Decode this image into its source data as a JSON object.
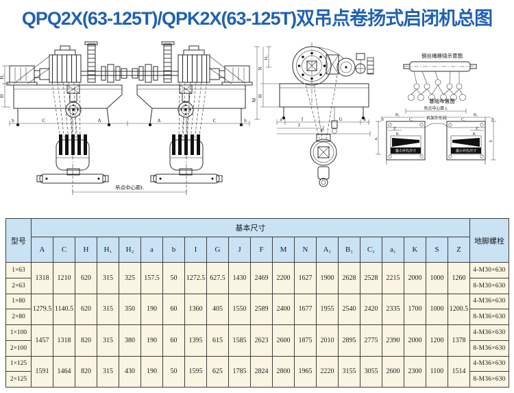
{
  "title": "QPQ2X(63-125T)/QPK2X(63-125T)双吊点卷扬式启闭机总图",
  "colors": {
    "title": "#2061b3",
    "table_header_bg": "#c9e2f4",
    "table_body_bg": "#f9f5e2",
    "table_border": "#3c3c3c",
    "drawing_line": "#2b2b2b"
  },
  "drawing": {
    "front_view": {
      "dim_h1": "H₁",
      "dim_h": "H",
      "dim_b_left": "b",
      "dim_c_left": "C",
      "dim_a_left": "A",
      "dim_a_right": "A",
      "dim_c_right": "C",
      "dim_b_right": "b",
      "span_label": "吊点中心距L"
    },
    "side_view": {
      "dim_h2": "H₂",
      "dim_n": "N",
      "dim_h": "H",
      "dim_m": "M",
      "dim_a_left": "a",
      "dim_i": "I",
      "dim_g": "G",
      "dim_a_right": "a",
      "dim_j": "J",
      "dim_f": "F"
    },
    "rope_diagram": {
      "title": "钢丝绳缠绕示意图"
    },
    "foundation": {
      "title": "基础布置图",
      "span_label": "吊点中心距 L",
      "frame_outline_label": "机架外形线",
      "dim_b1_left": "B₁",
      "dim_b1_right": "B₁",
      "dim_c1_left": "C₁",
      "dim_c1_right": "C₁",
      "dim_z_left": "Z",
      "dim_z_right": "Z",
      "dim_k_left": "K",
      "dim_k_right": "K",
      "dim_b_left": "b",
      "dim_b_right": "b",
      "dim_a1": "a₁",
      "dim_s": "S",
      "min_opening_left": "最小开孔尺寸",
      "min_opening_right": "最小开孔尺寸"
    }
  },
  "table": {
    "model_header": "型号",
    "group_header": "基本尺寸",
    "bolt_header": "地脚螺栓",
    "dim_headers": [
      "A",
      "C",
      "H",
      "H₁",
      "H₂",
      "a",
      "b",
      "I",
      "G",
      "J",
      "F",
      "M",
      "N",
      "A₁",
      "B₁",
      "C₁",
      "a₁",
      "K",
      "S",
      "Z"
    ],
    "groups": [
      {
        "models": [
          "1×63",
          "2×63"
        ],
        "values": [
          "1318",
          "1210",
          "620",
          "315",
          "325",
          "157.5",
          "50",
          "1272.5",
          "627.5",
          "1430",
          "2469",
          "2200",
          "1627",
          "1900",
          "2628",
          "2528",
          "2215",
          "2000",
          "1000",
          "1260"
        ],
        "bolts": [
          "4-M30×630",
          "8-M30×630"
        ]
      },
      {
        "models": [
          "1×80",
          "2×80"
        ],
        "values": [
          "1279.5",
          "1140.5",
          "620",
          "315",
          "350",
          "190",
          "60",
          "1360",
          "405",
          "1550",
          "2589",
          "2400",
          "1677",
          "1955",
          "2540",
          "2420",
          "2335",
          "1700",
          "1000",
          "1200.5"
        ],
        "bolts": [
          "4-M36×630",
          "8-M36×630"
        ]
      },
      {
        "models": [
          "1×100",
          "2×100"
        ],
        "values": [
          "1457",
          "1318",
          "820",
          "315",
          "380",
          "190",
          "60",
          "1395",
          "615",
          "1585",
          "2623",
          "2600",
          "1875",
          "2010",
          "2895",
          "2775",
          "2390",
          "2000",
          "1200",
          "1378"
        ],
        "bolts": [
          "4-M36×630",
          "8-M36×630"
        ]
      },
      {
        "models": [
          "1×125",
          "2×125"
        ],
        "values": [
          "1591",
          "1464",
          "820",
          "315",
          "430",
          "190",
          "50",
          "1595",
          "625",
          "1785",
          "2824",
          "2800",
          "1965",
          "2220",
          "3155",
          "3055",
          "2600",
          "2300",
          "1100",
          "1514"
        ],
        "bolts": [
          "4-M36×630",
          "8-M36×630"
        ]
      }
    ]
  }
}
